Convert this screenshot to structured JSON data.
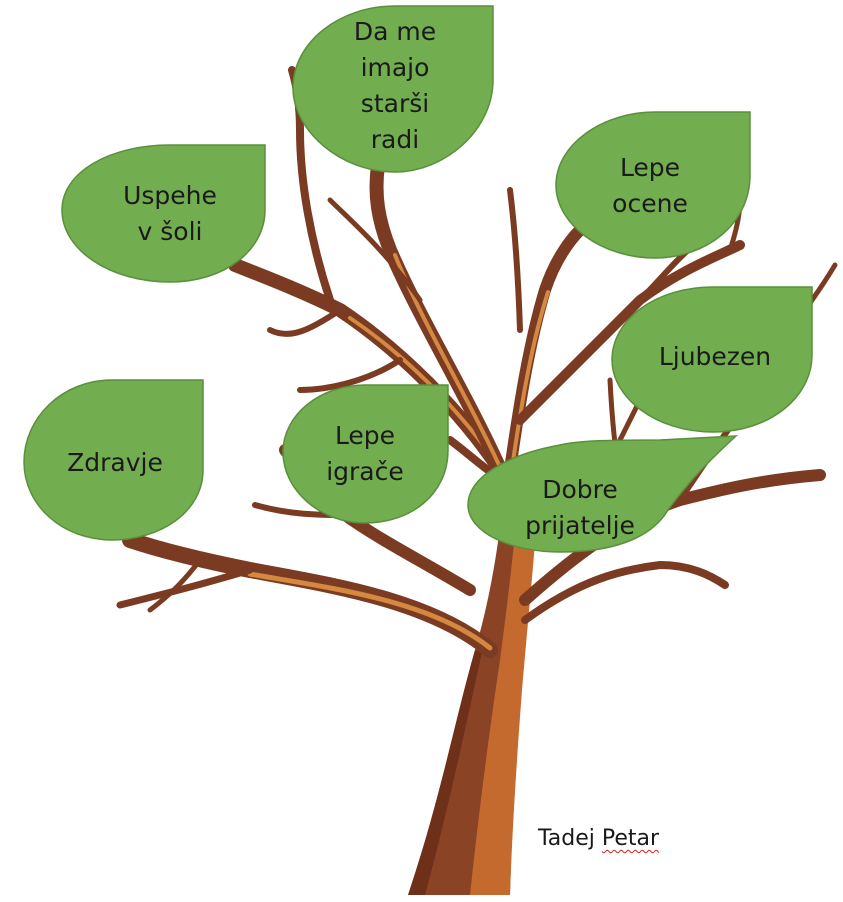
{
  "leaves": [
    {
      "id": "da-me-imajo",
      "lines": [
        "Da me",
        "imajo",
        "starši",
        "radi"
      ]
    },
    {
      "id": "uspehe",
      "lines": [
        "Uspehe",
        "v šoli"
      ]
    },
    {
      "id": "lepe-ocene",
      "lines": [
        "Lepe",
        "ocene"
      ]
    },
    {
      "id": "ljubezen",
      "lines": [
        "Ljubezen"
      ]
    },
    {
      "id": "zdravje",
      "lines": [
        "Zdravje"
      ]
    },
    {
      "id": "lepe-igrace",
      "lines": [
        "Lepe",
        "igrače"
      ]
    },
    {
      "id": "dobre-prijatelje",
      "lines": [
        "Dobre",
        "prijatelje"
      ]
    }
  ],
  "author": {
    "first": "Tadej",
    "last": "Petar"
  },
  "colors": {
    "leaf_fill": "#72ad4f",
    "leaf_stroke": "#5a8f3c",
    "trunk_dark": "#7a3b22",
    "trunk_mid": "#a0522d",
    "trunk_light": "#d48840"
  }
}
